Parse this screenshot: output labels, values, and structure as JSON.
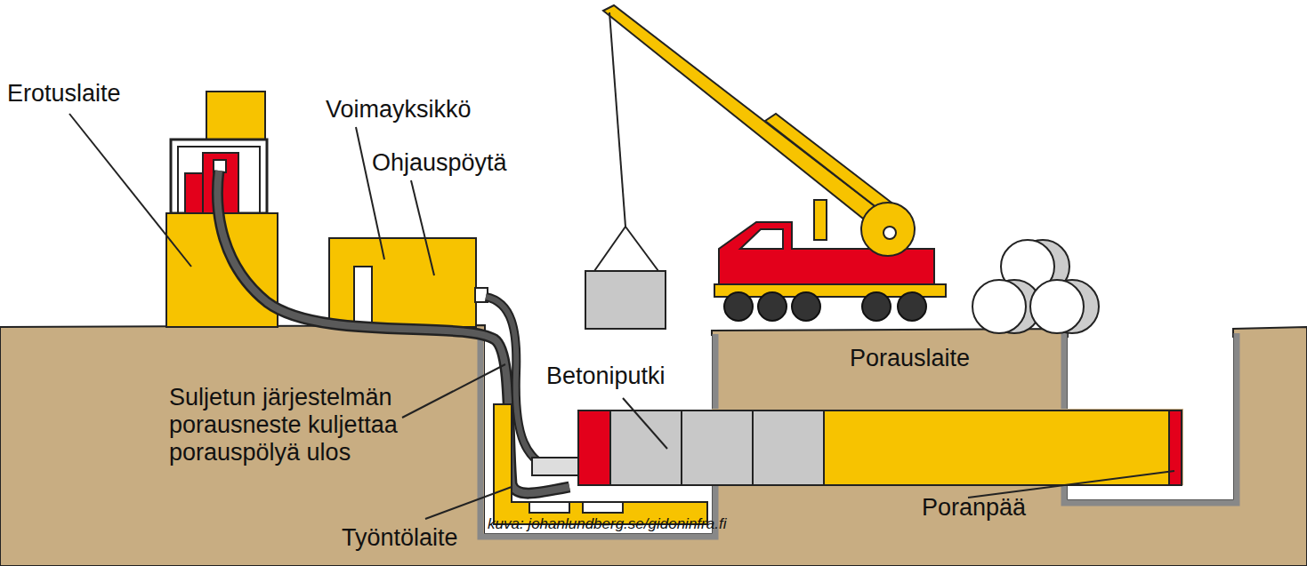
{
  "diagram": {
    "labels": [
      "Erotuslaite",
      "Voimayksikkö",
      "Ohjauspöytä",
      "Betoniputki",
      "Porauslaite",
      "Suljetun järjestelmän porausneste kuljettaa porauspölyä ulos",
      "Työntölaite",
      "Poranpää",
      "kuva: johanlundberg.se/gidoninfra.fi"
    ]
  }
}
